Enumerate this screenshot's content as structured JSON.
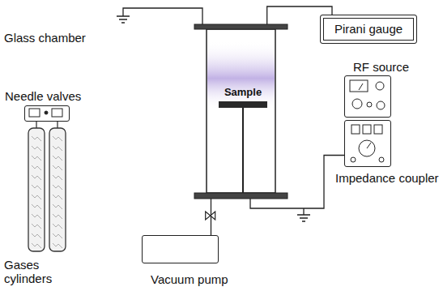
{
  "diagram": {
    "nodes": [
      {
        "text": [
          "Glass chamber"
        ]
      },
      {
        "text": [
          "Sample"
        ],
        "in": 0
      },
      {
        "text": [
          "Pirani gauge"
        ]
      },
      {
        "text": [
          "RF source"
        ]
      },
      {
        "text": [
          "Impedance coupler"
        ]
      },
      {
        "text": [
          "Needle valves"
        ]
      },
      {
        "text": [
          "Gases cylinders"
        ]
      },
      {
        "text": [
          "Vacuum pump"
        ]
      }
    ],
    "edges": [
      {
        "from": 0,
        "to": 2,
        "arrow": "none"
      },
      {
        "from": 7,
        "to": 0,
        "arrow": "none"
      },
      {
        "from": 4,
        "to": 0,
        "arrow": "none"
      }
    ]
  }
}
